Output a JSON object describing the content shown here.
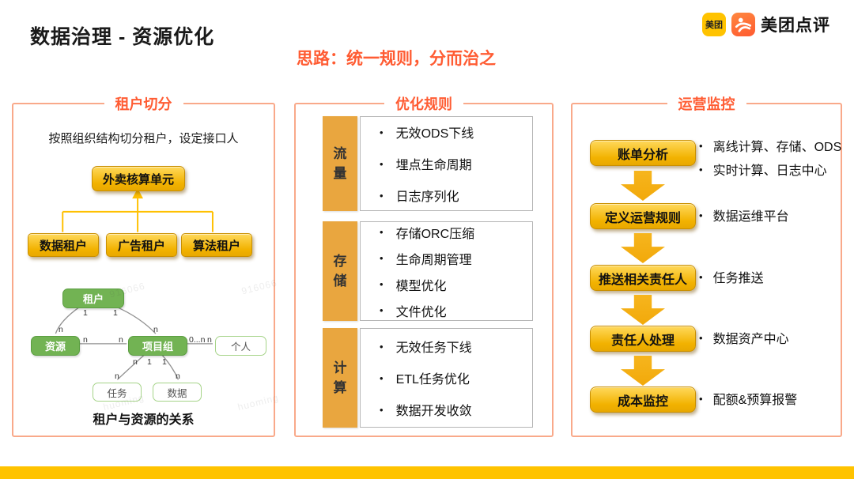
{
  "header": {
    "title": "数据治理 - 资源优化",
    "subtitle": "思路：统一规则，分而治之",
    "logo": {
      "badge_text": "美团",
      "brand": "美团点评"
    }
  },
  "colors": {
    "accent": "#FF5C33",
    "panel-border": "#F9A98A",
    "gold-tab": "#E9A63F",
    "btn-light": "#FFD95C",
    "btn-dark": "#F2B200",
    "btn-border": "#C98F00",
    "arrow-gold": "#F2A90A",
    "connector": "#FFC000",
    "green-fill": "#72B353",
    "green-border": "#5B9E41",
    "lgreen-border": "#A6D489",
    "bar": "#FFC300"
  },
  "left_panel": {
    "title": "租户切分",
    "intro": "按照组织结构切分租户，设定接口人",
    "root_node": "外卖核算单元",
    "tenants": [
      "数据租户",
      "广告租户",
      "算法租户"
    ],
    "er": {
      "nodes": {
        "tenant": "租户",
        "resource": "资源",
        "project_group": "项目组",
        "person": "个人",
        "task": "任务",
        "data": "数据"
      },
      "labels": {
        "tenant_resource_one": "1",
        "tenant_project_one": "1",
        "resource_top_n": "n",
        "project_top_n": "n",
        "resource_right_n": "n",
        "project_left_n": "n",
        "project_right_0n": "0...n",
        "person_left_n": "n",
        "project_bottom_n": "n",
        "project_task_one": "1",
        "project_data_one": "1",
        "task_top_n": "n",
        "data_top_n": "n"
      },
      "caption": "租户与资源的关系"
    }
  },
  "middle_panel": {
    "title": "优化规则",
    "groups": [
      {
        "label": "流量",
        "items": [
          "无效ODS下线",
          "埋点生命周期",
          "日志序列化"
        ]
      },
      {
        "label": "存储",
        "items": [
          "存储ORC压缩",
          "生命周期管理",
          "模型优化",
          "文件优化"
        ]
      },
      {
        "label": "计算",
        "items": [
          "无效任务下线",
          "ETL任务优化",
          "数据开发收敛"
        ]
      }
    ]
  },
  "right_panel": {
    "title": "运营监控",
    "steps": [
      {
        "label": "账单分析",
        "notes": [
          "离线计算、存储、ODS",
          "实时计算、日志中心"
        ]
      },
      {
        "label": "定义运营规则",
        "notes": [
          "数据运维平台"
        ]
      },
      {
        "label": "推送相关责任人",
        "notes": [
          "任务推送"
        ]
      },
      {
        "label": "责任人处理",
        "notes": [
          "数据资产中心"
        ]
      },
      {
        "label": "成本监控",
        "notes": [
          "配额&预算报警"
        ]
      }
    ]
  },
  "watermarks": [
    {
      "text": "916066"
    },
    {
      "text": "916066"
    },
    {
      "text": "huoming"
    },
    {
      "text": "huoming"
    }
  ]
}
